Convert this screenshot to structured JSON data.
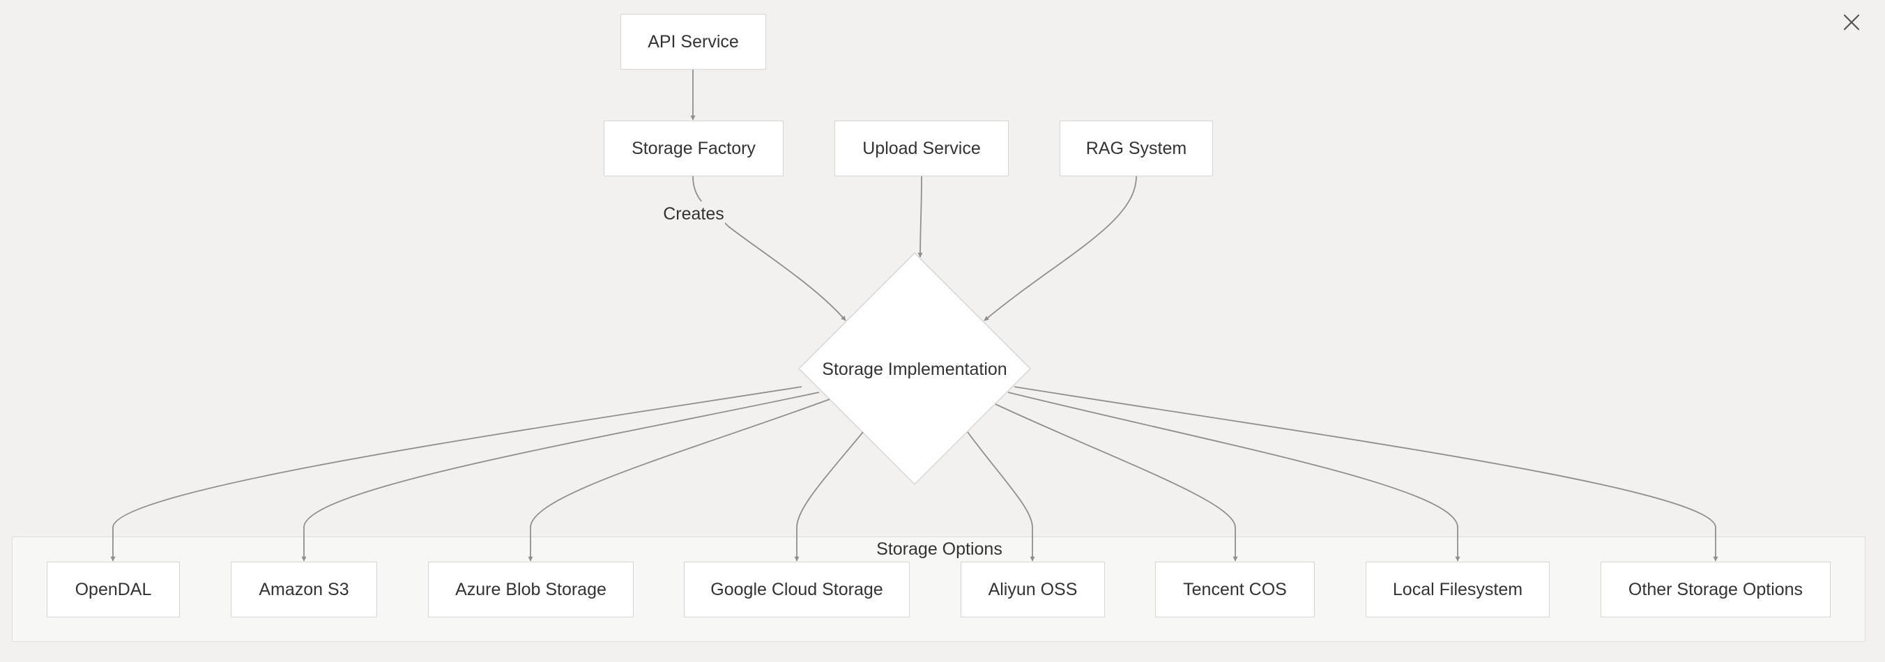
{
  "nodes": {
    "api_service": "API Service",
    "storage_factory": "Storage Factory",
    "upload_service": "Upload Service",
    "rag_system": "RAG System",
    "storage_implementation": "Storage Implementation"
  },
  "edge_labels": {
    "creates": "Creates"
  },
  "storage_options": {
    "title": "Storage Options",
    "items": [
      "OpenDAL",
      "Amazon S3",
      "Azure Blob Storage",
      "Google Cloud Storage",
      "Aliyun OSS",
      "Tencent COS",
      "Local Filesystem",
      "Other Storage Options"
    ]
  },
  "controls": {
    "close_icon": "close-icon"
  },
  "colors": {
    "background": "#f2f1ef",
    "node_fill": "#ffffff",
    "node_border": "#d6d6d6",
    "edge": "#8f8f8f",
    "group_fill": "#f7f7f6"
  }
}
